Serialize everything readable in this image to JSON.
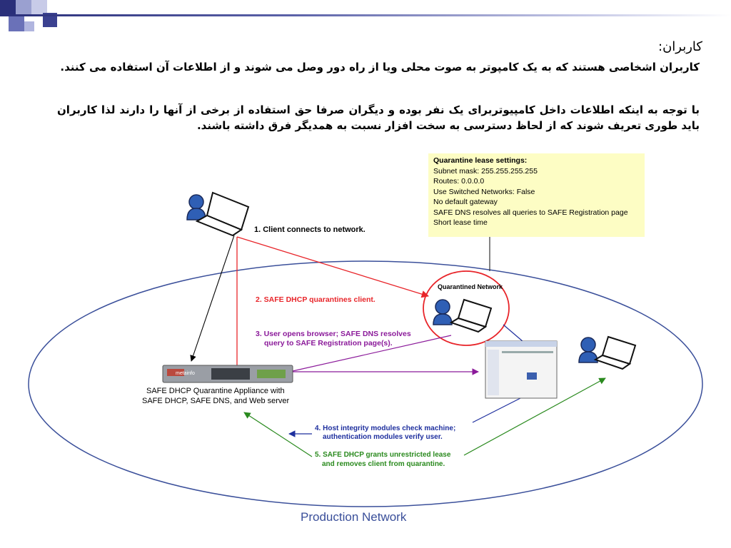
{
  "slide": {
    "title": "کاربران:",
    "para1": "کاربران اشخاصی هستند که به یک کامپوتر به صوت محلی ویا از راه دور وصل می شوند و از اطلاعات آن استفاده می کنند.",
    "para2": "با توجه به اینکه اطلاعات داخل کامپیوتربرای یک نفر بوده و دیگران صرفا حق استفاده از برخی از آنها را دارند لذا کاربران باید طوری تعریف شوند که از لحاظ دسترسی به سخت افزار نسبت به همدیگر فرق داشته باشند."
  },
  "settings": {
    "title": "Quarantine lease settings:",
    "lines": [
      "Subnet mask: 255.255.255.255",
      "Routes: 0.0.0.0",
      "Use Switched Networks: False",
      "No default gateway",
      "SAFE DNS resolves all queries to SAFE Registration page",
      "Short lease time"
    ]
  },
  "diagram": {
    "step1": "1. Client connects to network.",
    "step2": "2. SAFE DHCP quarantines client.",
    "step3_l1": "3. User opens browser; SAFE DNS resolves",
    "step3_l2": "query to SAFE Registration page(s).",
    "step4_l1": "4. Host integrity modules check machine;",
    "step4_l2": "authentication modules verify user.",
    "step5_l1": "5. SAFE DHCP grants unrestricted lease",
    "step5_l2": "and removes client from quarantine.",
    "quarantined": "Quarantined Network",
    "appliance_l1": "SAFE DHCP Quarantine Appliance with",
    "appliance_l2": "SAFE DHCP, SAFE DNS, and Web server",
    "production": "Production Network",
    "appliance_brand": "metainfo"
  },
  "colors": {
    "red": "#e8252a",
    "purple": "#8b1a9a",
    "blue": "#1e2f9e",
    "green": "#2a8a1e",
    "ellipse": "#3a4f9a"
  }
}
